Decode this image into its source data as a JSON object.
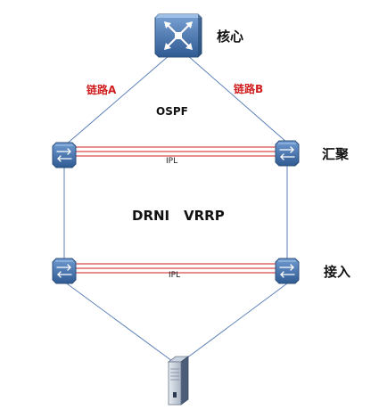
{
  "nodes": {
    "core_label": "核心",
    "aggregation_label": "汇聚",
    "access_label": "接入"
  },
  "links": {
    "link_a_label": "链路A",
    "link_b_label": "链路B",
    "ipl_top_label": "IPL",
    "ipl_bottom_label": "IPL"
  },
  "protocols": {
    "ospf": "OSPF",
    "drni": "DRNI",
    "vrrp": "VRRP"
  },
  "colors": {
    "blue_line": "#5b7fb8",
    "red_link": "#d01e1e",
    "device_blue": "#3e6ea8",
    "device_dark": "#2e4f7c",
    "label_red": "#d01e1e"
  },
  "icons": {
    "core": "core-router-icon",
    "switch": "switch-icon",
    "server": "server-icon"
  }
}
